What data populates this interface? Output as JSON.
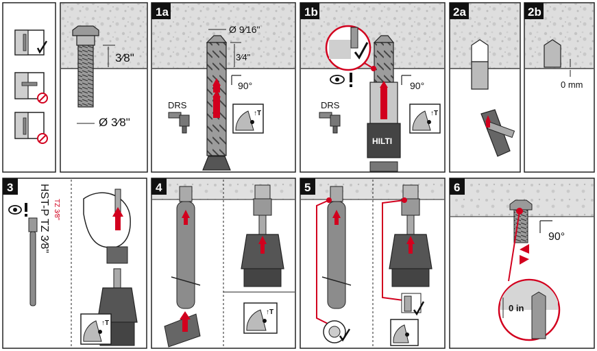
{
  "colors": {
    "accent": "#d2001e",
    "panel_border": "#222222",
    "badge": "#111111",
    "concrete": "#dcdcdc"
  },
  "panels": {
    "p0": {
      "dimension_depth": "3⁄8\"",
      "dimension_diameter": "Ø 3⁄8\""
    },
    "p1a": {
      "badge": "1a",
      "dimension_bit": "Ø 9⁄16\"",
      "dimension_depth": "3⁄4\"",
      "angle": "90°",
      "tool_label": "DRS"
    },
    "p1b": {
      "badge": "1b",
      "angle": "90°",
      "tool_label": "DRS",
      "tool_brand": "HILTI"
    },
    "p2a": {
      "badge": "2a"
    },
    "p2b": {
      "badge": "2b",
      "clearance": "0 mm"
    },
    "p3": {
      "badge": "3",
      "product": "HST-P TZ 3⁄8\"",
      "product_red": "TZ 3⁄8\""
    },
    "p4": {
      "badge": "4"
    },
    "p5": {
      "badge": "5"
    },
    "p6": {
      "badge": "6",
      "angle": "90°",
      "clearance": "0 in"
    }
  }
}
